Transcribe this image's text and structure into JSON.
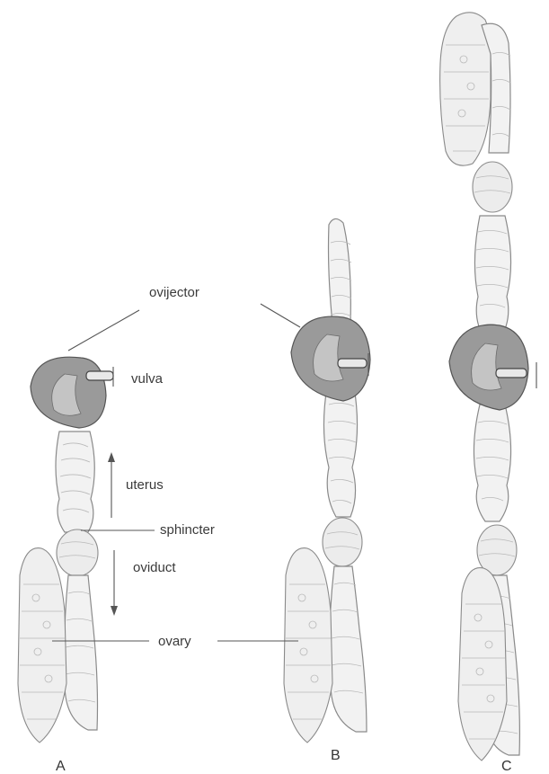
{
  "labels": {
    "ovijector": "ovijector",
    "vulva": "vulva",
    "uterus": "uterus",
    "sphincter": "sphincter",
    "oviduct": "oviduct",
    "ovary": "ovary"
  },
  "panels": [
    "A",
    "B",
    "C"
  ]
}
